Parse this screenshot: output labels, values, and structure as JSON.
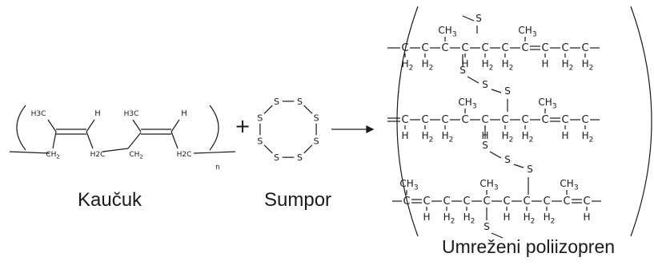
{
  "captions": {
    "rubber": "Kaučuk",
    "sulfur": "Sumpor",
    "product": "Umreženi poliizopren"
  },
  "rubber_labels": [
    "H3C",
    "H",
    "H3C",
    "H",
    "CH2",
    "H2C",
    "CH2",
    "H2C",
    "n"
  ],
  "sulfur_atom": "S",
  "plus": "+",
  "product_labels": {
    "CH3": "CH3",
    "C": "C",
    "H": "H",
    "H2": "H2",
    "S": "S"
  },
  "colors": {
    "ink": "#1a1a1a",
    "background": "#ffffff"
  }
}
